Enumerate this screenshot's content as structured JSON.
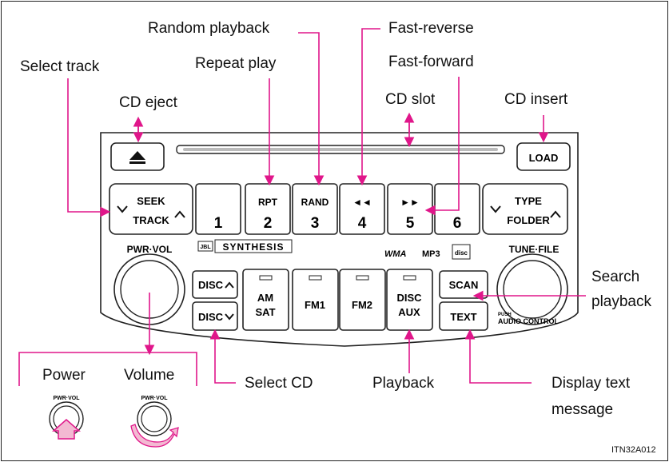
{
  "colors": {
    "callout": "#e0168a",
    "knob_face": "#ffffff",
    "arrow_fill": "#f3b9d2"
  },
  "labels": {
    "select_track": "Select track",
    "random_playback": "Random playback",
    "repeat_play": "Repeat play",
    "fast_reverse": "Fast-reverse",
    "fast_forward": "Fast-forward",
    "cd_eject": "CD eject",
    "cd_slot": "CD slot",
    "cd_insert": "CD insert",
    "search_playback_1": "Search",
    "search_playback_2": "playback",
    "power": "Power",
    "volume": "Volume",
    "select_cd": "Select CD",
    "playback": "Playback",
    "display_text_1": "Display text",
    "display_text_2": "message",
    "figure_code": "ITN32A012"
  },
  "panel": {
    "eject_icon": "eject-icon",
    "load": "LOAD",
    "seek": "SEEK",
    "track": "TRACK",
    "type": "TYPE",
    "folder": "FOLDER",
    "presets": [
      {
        "top": "",
        "num": "1"
      },
      {
        "top": "RPT",
        "num": "2"
      },
      {
        "top": "RAND",
        "num": "3"
      },
      {
        "top": "◄◄",
        "num": "4"
      },
      {
        "top": "►►",
        "num": "5"
      },
      {
        "top": "",
        "num": "6"
      }
    ],
    "pwr_vol": "PWR·VOL",
    "tune_file": "TUNE·FILE",
    "jbl": "JBL",
    "synthesis": "SYNTHESIS",
    "wma": "WMA",
    "mp3": "MP3",
    "disc_logo": "disc",
    "disc_up": "DISC",
    "disc_down": "DISC",
    "am_1": "AM",
    "am_2": "SAT",
    "fm1": "FM1",
    "fm2": "FM2",
    "disc_aux_1": "DISC",
    "disc_aux_2": "AUX",
    "scan": "SCAN",
    "text": "TEXT",
    "push": "PUSH",
    "audio_control": "AUDIO CONTROL",
    "knob_label": "PWR·VOL"
  }
}
